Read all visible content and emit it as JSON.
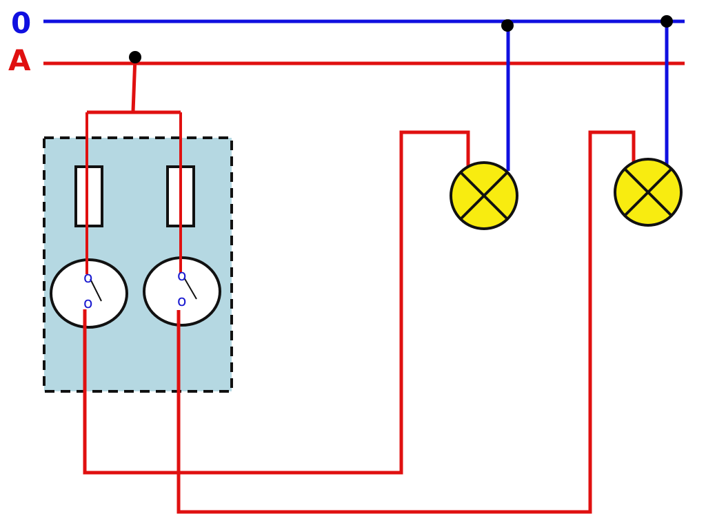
{
  "labels": {
    "neutral": "0",
    "phase": "A",
    "switch_contact_top": "o",
    "switch_contact_bottom": "o"
  },
  "colors": {
    "neutral_wire": "#1010e0",
    "phase_wire": "#e01010",
    "junction": "#000000",
    "panel_fill": "#b5d8e2",
    "panel_border": "#111111",
    "lamp_fill": "#f8ec10",
    "switch_fill": "#ffffff",
    "contact_text": "#1a1ad0"
  },
  "icons": {
    "lamp": "lamp-cross-symbol",
    "fuse": "fuse-symbol",
    "switch": "switch-symbol"
  }
}
